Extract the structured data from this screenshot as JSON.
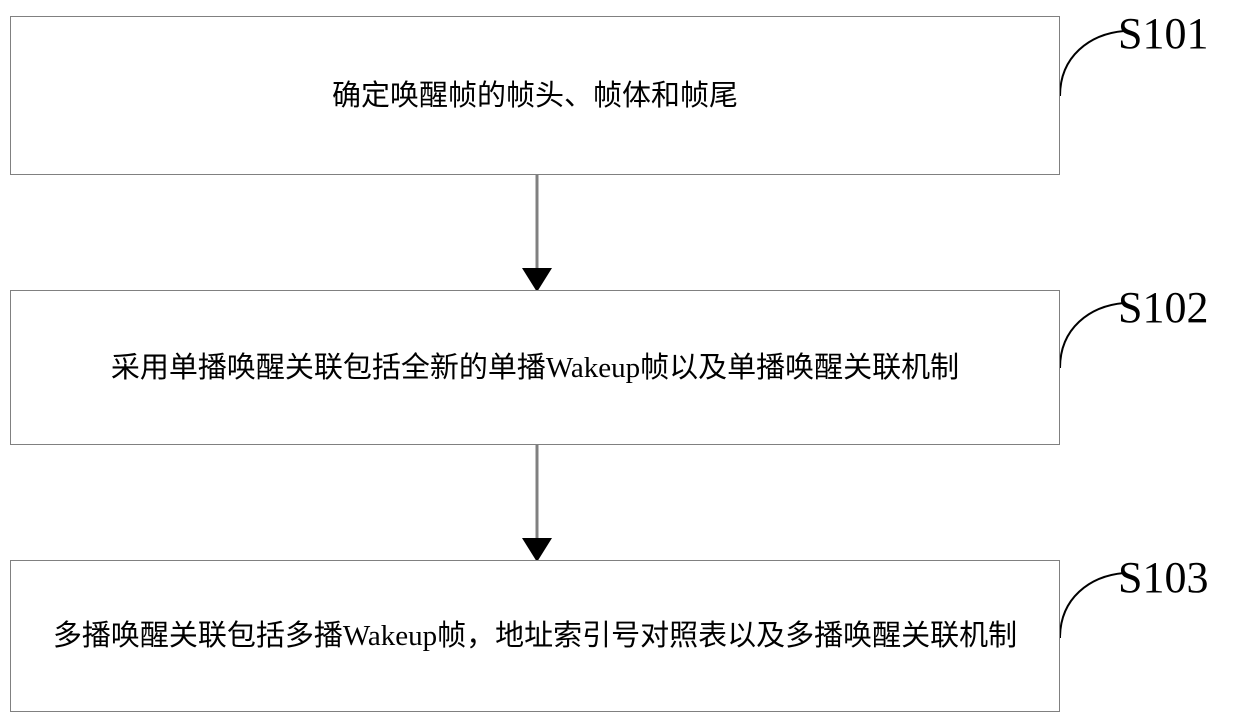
{
  "diagram": {
    "type": "flowchart",
    "orientation": "vertical",
    "background_color": "#ffffff",
    "box_border_color": "#808080",
    "connector_color": "#808080",
    "arrowhead_color": "#000000",
    "text_color": "#000000",
    "steps": [
      {
        "id": "S101",
        "label": "S101",
        "text": "确定唤醒帧的帧头、帧体和帧尾"
      },
      {
        "id": "S102",
        "label": "S102",
        "text": "采用单播唤醒关联包括全新的单播Wakeup帧以及单播唤醒关联机制"
      },
      {
        "id": "S103",
        "label": "S103",
        "text": "多播唤醒关联包括多播Wakeup帧，地址索引号对照表以及多播唤醒关联机制"
      }
    ],
    "connectors": [
      {
        "from": "S101",
        "to": "S102",
        "arrow": "down"
      },
      {
        "from": "S102",
        "to": "S103",
        "arrow": "down"
      }
    ]
  }
}
